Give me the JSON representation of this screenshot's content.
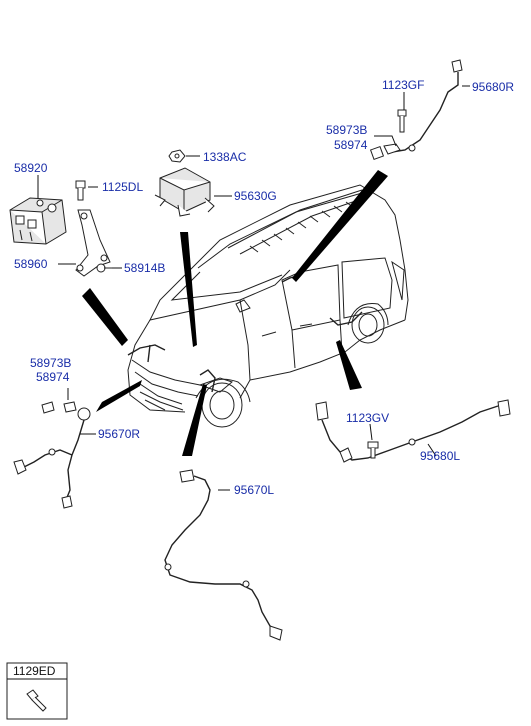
{
  "parts": {
    "p58920": "58920",
    "p1125DL": "1125DL",
    "p58960": "58960",
    "p58914B": "58914B",
    "p1338AC": "1338AC",
    "p95630G": "95630G",
    "p1123GF": "1123GF",
    "p95680R": "95680R",
    "p58973B_r": "58973B",
    "p58974_r": "58974",
    "p58973B_l": "58973B",
    "p58974_l": "58974",
    "p95670R": "95670R",
    "p95670L": "95670L",
    "p1123GV": "1123GV",
    "p95680L": "95680L",
    "p1129ED": "1129ED"
  },
  "colors": {
    "label": "#1a2ea8",
    "line": "#111111",
    "pointer": "#000000"
  }
}
